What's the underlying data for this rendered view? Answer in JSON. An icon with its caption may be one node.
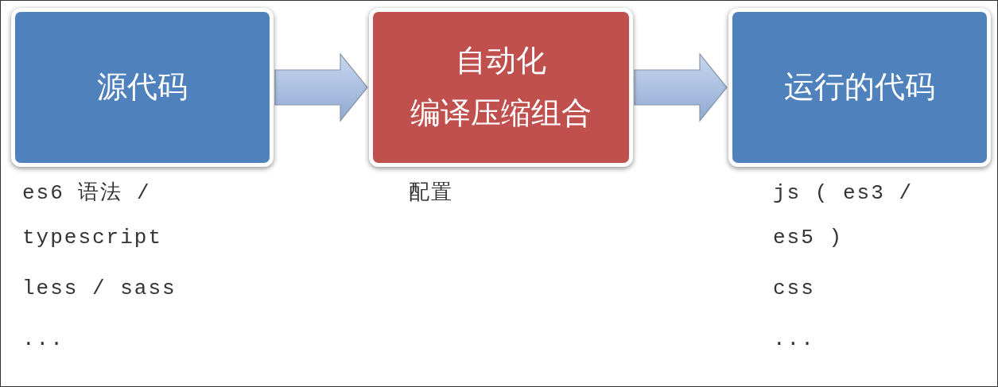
{
  "diagram": {
    "nodes": [
      {
        "text": [
          "源代码"
        ],
        "beside": [
          "es6 语法 / typescript",
          "less / sass",
          "..."
        ]
      },
      {
        "text": [
          "自动化",
          "编译压缩组合"
        ],
        "beside": [
          "配置"
        ]
      },
      {
        "text": [
          "运行的代码"
        ],
        "beside": [
          "js ( es3 / es5 )",
          "css",
          "..."
        ]
      }
    ],
    "edges": [
      {
        "from": 0,
        "to": 1,
        "arrow": "to"
      },
      {
        "from": 1,
        "to": 2,
        "arrow": "to"
      }
    ]
  }
}
